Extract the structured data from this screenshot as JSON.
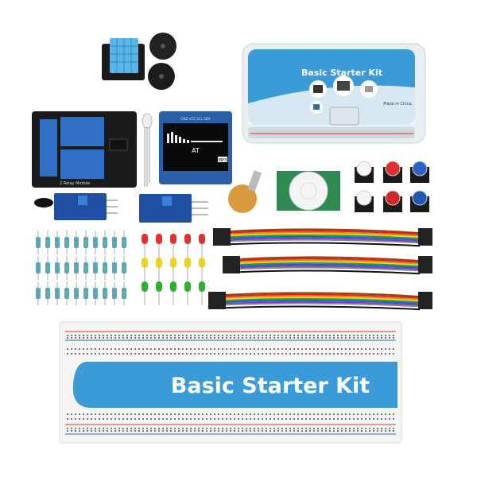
{
  "product": {
    "banner_title": "Basic Starter Kit",
    "box_title": "Basic Starter Kit",
    "box_origin": "Made in China",
    "relay_label": "2 Relay Module",
    "oled_text": "AT",
    "oled_badge": "MP3",
    "oled_pins": "GND VCC SCL SDA"
  },
  "colors": {
    "accent_blue": "#3a9bd8",
    "pcb_blue": "#1f4fa0",
    "pcb_black": "#1a1a1a",
    "relay_blue": "#2f6fc4"
  }
}
